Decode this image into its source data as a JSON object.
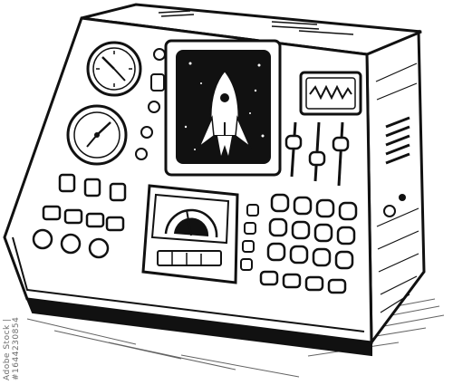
{
  "illustration": {
    "subject": "retro-control-console",
    "style": "black ink engraving",
    "colors": {
      "ink": "#111111",
      "paper": "#ffffff",
      "screen": "#111111"
    }
  },
  "stock_id": "Adobe Stock | #1644230854",
  "icons": {
    "analog_gauges": [
      "gauge-dial-icon",
      "gauge-dial-icon"
    ],
    "main_screen": "rocket-icon",
    "small_screen": "oscilloscope-wave-icon",
    "meter": "semicircle-meter-icon",
    "slider_count": 3,
    "keypad_rows": 4,
    "keypad_cols": 4
  }
}
